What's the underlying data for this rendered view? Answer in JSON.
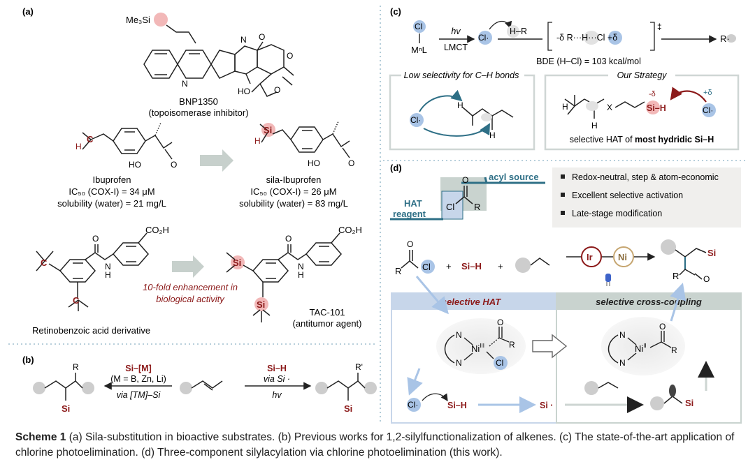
{
  "panel_a": {
    "label": "(a)",
    "tms": "Me₃Si",
    "bnp_name": "BNP1350",
    "bnp_desc": "(topoisomerase inhibitor)",
    "ho": "HO",
    "ibu_h": "H",
    "ibu_c": "C",
    "ibu_ho": "HO",
    "ibu_name": "Ibuprofen",
    "ibu_ic50": "IC₅₀ (COX-I) = 34 μM",
    "ibu_sol": "solubility (water) = 21 mg/L",
    "sila_h": "H",
    "sila_si": "Si",
    "sila_ho": "HO",
    "sila_name": "sila-Ibuprofen",
    "sila_ic50": "IC₅₀ (COX-I) = 26 μM",
    "sila_sol": "solubility (water) = 83 mg/L",
    "ret_c": "C",
    "ret_nh": "H",
    "ret_n": "N",
    "ret_o": "O",
    "ret_co2h": "CO₂H",
    "ret_name": "Retinobenzoic acid derivative",
    "tac_si": "Si",
    "tac_nh": "H",
    "tac_n": "N",
    "tac_o": "O",
    "tac_co2h": "CO₂H",
    "tac_name": "TAC-101",
    "tac_desc": "(antitumor agent)",
    "enhance_1": "10-fold enhancement in",
    "enhance_2": "biological activity",
    "n_atom": "N",
    "o_atom": "O"
  },
  "panel_b": {
    "label": "(b)",
    "r": "R",
    "r_prime": "R'",
    "si_left": "Si",
    "si_right": "Si",
    "left_reagent": "Si–[M]",
    "left_cond": "(M = B, Zn, Li)",
    "left_via": "via [TM]–Si",
    "right_reagent": "Si–H",
    "right_via": "via Si ·",
    "right_hv": "hv"
  },
  "panel_c": {
    "label": "(c)",
    "cl_top": "Cl",
    "mnl": "MⁿL",
    "hv": "hv",
    "lmct": "LMCT",
    "cl_rad": "Cl·",
    "hr": "H–R",
    "ts": "-δ R···H···Cl +δ",
    "dagger": "‡",
    "product": "R·",
    "bde": "BDE (H–Cl) = 103 kcal/mol",
    "low_sel": "Low selectivity for C–H bonds",
    "our_strategy": "Our Strategy",
    "h1": "H",
    "h2": "H",
    "h3": "H",
    "h4": "H",
    "x": "X",
    "si_h": "Si–H",
    "minus_delta": "-δ",
    "plus_delta": "+δ",
    "cl_rad2": "Cl·",
    "cl_rad3": "Cl·",
    "sel_pre": "selective HAT of ",
    "sel_bold": "most hydridic Si–H"
  },
  "panel_d": {
    "label": "(d)",
    "acyl_source": "acyl source",
    "hat_reagent_1": "HAT",
    "hat_reagent_2": "reagent",
    "cl": "Cl",
    "r": "R",
    "o": "O",
    "bullets": [
      "Redox-neutral, step & atom-economic",
      "Excellent selective activation",
      "Late-stage modification"
    ],
    "r_acyl": "R",
    "cl_acyl": "Cl",
    "o_acyl": "O",
    "plus1": "+",
    "si_h": "Si–H",
    "plus2": "+",
    "ir": "Ir",
    "ni": "Ni",
    "prod_si": "Si",
    "prod_r": "R",
    "prod_o": "O",
    "sel_hat": "selective HAT",
    "sel_cc": "selective cross-coupling",
    "ni3": "Ni",
    "ni3_ox": "III",
    "ni3_n1": "N",
    "ni3_n2": "N",
    "ni3_cl": "Cl",
    "ni3_r": "R",
    "ni3_o": "O",
    "ni2": "Ni",
    "ni2_ox": "II",
    "ni2_n1": "N",
    "ni2_n2": "N",
    "ni2_r": "R",
    "ni2_o": "O",
    "cl_rad": "Cl·",
    "si_h_bottom": "Si–H",
    "si_rad": "Si ·",
    "si_radical_prod": "Si"
  },
  "caption": {
    "bold": "Scheme 1",
    "text": " (a) Sila-substitution in bioactive substrates. (b) Previous works for 1,2-silylfunctionalization of alkenes. (c) The state-of-the-art application of chlorine photoelimination. (d) Three-component silylacylation via chlorine photoelimination (this work)."
  },
  "colors": {
    "accent_red": "#8c1a1a",
    "highlight_red": "#f2b8b8",
    "cl_blue": "#a9c4e6",
    "teal": "#2e6f86",
    "hat_band": "#c7d6ea",
    "cc_band": "#c9d3cf",
    "gray_node": "#cdcdcd",
    "dot_border": "#9fbfcf"
  }
}
